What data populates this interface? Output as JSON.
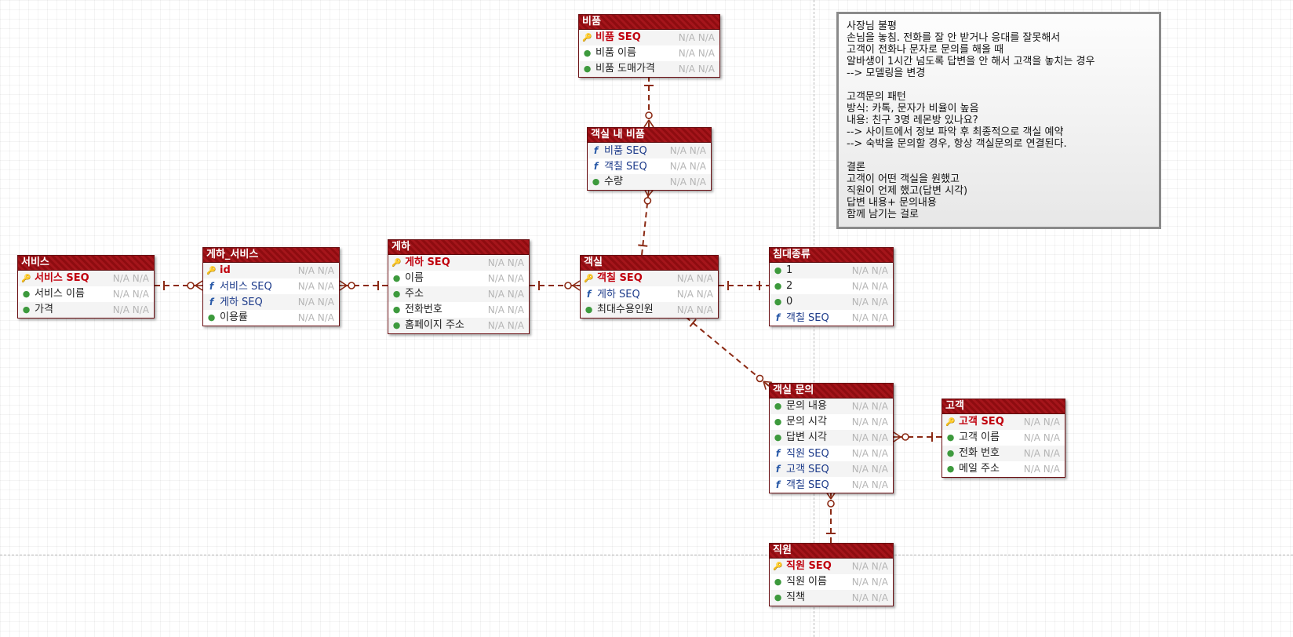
{
  "entities": [
    {
      "id": "service",
      "title": "서비스",
      "attrs": [
        {
          "kind": "pk",
          "name": "서비스 SEQ",
          "meta": "N/A N/A"
        },
        {
          "kind": "attr",
          "name": "서비스 이름",
          "meta": "N/A N/A"
        },
        {
          "kind": "attr",
          "name": "가격",
          "meta": "N/A N/A"
        }
      ]
    },
    {
      "id": "branch-service",
      "title": "게하_서비스",
      "attrs": [
        {
          "kind": "pk",
          "name": "id",
          "meta": "N/A N/A"
        },
        {
          "kind": "fk",
          "name": "서비스 SEQ",
          "meta": "N/A N/A"
        },
        {
          "kind": "fk",
          "name": "게하 SEQ",
          "meta": "N/A N/A"
        },
        {
          "kind": "attr",
          "name": "이용률",
          "meta": "N/A N/A"
        }
      ]
    },
    {
      "id": "guesthouse",
      "title": "게하",
      "attrs": [
        {
          "kind": "pk",
          "name": "게하 SEQ",
          "meta": "N/A N/A"
        },
        {
          "kind": "attr",
          "name": "이름",
          "meta": "N/A N/A"
        },
        {
          "kind": "attr",
          "name": "주소",
          "meta": "N/A N/A"
        },
        {
          "kind": "attr",
          "name": "전화번호",
          "meta": "N/A N/A"
        },
        {
          "kind": "attr",
          "name": "홈페이지 주소",
          "meta": "N/A N/A"
        }
      ]
    },
    {
      "id": "room",
      "title": "객실",
      "attrs": [
        {
          "kind": "pk",
          "name": "객칠 SEQ",
          "meta": "N/A N/A"
        },
        {
          "kind": "fk",
          "name": "게하 SEQ",
          "meta": "N/A N/A"
        },
        {
          "kind": "attr",
          "name": "최대수용인원",
          "meta": "N/A N/A"
        }
      ]
    },
    {
      "id": "bedtype",
      "title": "침대종류",
      "attrs": [
        {
          "kind": "attr",
          "name": "1",
          "meta": "N/A N/A"
        },
        {
          "kind": "attr",
          "name": "2",
          "meta": "N/A N/A"
        },
        {
          "kind": "attr",
          "name": "0",
          "meta": "N/A N/A"
        },
        {
          "kind": "fk",
          "name": "객칠 SEQ",
          "meta": "N/A N/A"
        }
      ]
    },
    {
      "id": "amenity",
      "title": "비품",
      "attrs": [
        {
          "kind": "pk",
          "name": "비품 SEQ",
          "meta": "N/A N/A"
        },
        {
          "kind": "attr",
          "name": "비품 이름",
          "meta": "N/A N/A"
        },
        {
          "kind": "attr",
          "name": "비품 도매가격",
          "meta": "N/A N/A"
        }
      ]
    },
    {
      "id": "room-amenity",
      "title": "객실 내 비품",
      "attrs": [
        {
          "kind": "fk",
          "name": "비품 SEQ",
          "meta": "N/A N/A"
        },
        {
          "kind": "fk",
          "name": "객칠 SEQ",
          "meta": "N/A N/A"
        },
        {
          "kind": "attr",
          "name": "수량",
          "meta": "N/A N/A"
        }
      ]
    },
    {
      "id": "room-inquiry",
      "title": "객실 문의",
      "attrs": [
        {
          "kind": "attr",
          "name": "문의 내용",
          "meta": "N/A N/A"
        },
        {
          "kind": "attr",
          "name": "문의 시각",
          "meta": "N/A N/A"
        },
        {
          "kind": "attr",
          "name": "답변 시각",
          "meta": "N/A N/A"
        },
        {
          "kind": "fk",
          "name": "직원 SEQ",
          "meta": "N/A N/A"
        },
        {
          "kind": "fk",
          "name": "고객 SEQ",
          "meta": "N/A N/A"
        },
        {
          "kind": "fk",
          "name": "객칠 SEQ",
          "meta": "N/A N/A"
        }
      ]
    },
    {
      "id": "customer",
      "title": "고객",
      "attrs": [
        {
          "kind": "pk",
          "name": "고객 SEQ",
          "meta": "N/A N/A"
        },
        {
          "kind": "attr",
          "name": "고객 이름",
          "meta": "N/A N/A"
        },
        {
          "kind": "attr",
          "name": "전화 번호",
          "meta": "N/A N/A"
        },
        {
          "kind": "attr",
          "name": "메일 주소",
          "meta": "N/A N/A"
        }
      ]
    },
    {
      "id": "staff",
      "title": "직원",
      "attrs": [
        {
          "kind": "pk",
          "name": "직원 SEQ",
          "meta": "N/A N/A"
        },
        {
          "kind": "attr",
          "name": "직원 이름",
          "meta": "N/A N/A"
        },
        {
          "kind": "attr",
          "name": "직책",
          "meta": "N/A N/A"
        }
      ]
    }
  ],
  "note": {
    "lines": [
      "사장님 불평",
      "손님을 놓침. 전화를 잘 안 받거나 응대를 잘못해서",
      "고객이 전화나 문자로 문의를 해올 때",
      "알바생이 1시간 넘도록 답변을 안 해서 고객을 놓치는 경우",
      "--> 모델링을 변경",
      "",
      "고객문의 패턴",
      "방식: 카톡, 문자가 비율이 높음",
      "내용: 친구 3명 레몬방 있나요?",
      "--> 사이트에서 정보 파악 후 최종적으로 객실 예약",
      "--> 숙박을 문의할 경우, 항상 객실문의로 연결된다.",
      "",
      "결론",
      "고객이 어떤 객실을 원했고",
      "직원이 언제 했고(답변 시각)",
      "답변 내용+ 문의내용",
      "함께 남기는 걸로"
    ]
  },
  "relationships": [
    {
      "from": "service",
      "to": "branch-service",
      "cardinality": "one-to-many"
    },
    {
      "from": "guesthouse",
      "to": "branch-service",
      "cardinality": "one-to-many"
    },
    {
      "from": "guesthouse",
      "to": "room",
      "cardinality": "one-to-many"
    },
    {
      "from": "room",
      "to": "bedtype",
      "cardinality": "one-to-one"
    },
    {
      "from": "amenity",
      "to": "room-amenity",
      "cardinality": "one-to-many"
    },
    {
      "from": "room",
      "to": "room-amenity",
      "cardinality": "one-to-many"
    },
    {
      "from": "room",
      "to": "room-inquiry",
      "cardinality": "one-to-many"
    },
    {
      "from": "customer",
      "to": "room-inquiry",
      "cardinality": "one-to-many"
    },
    {
      "from": "staff",
      "to": "room-inquiry",
      "cardinality": "one-to-many"
    }
  ],
  "colors": {
    "entity_header": "#9a1016",
    "relationship_line": "#8b2a14",
    "primary_key_text": "#c0000d",
    "foreign_key_text": "#1d3b8a",
    "na_text": "#b5b5b5"
  }
}
